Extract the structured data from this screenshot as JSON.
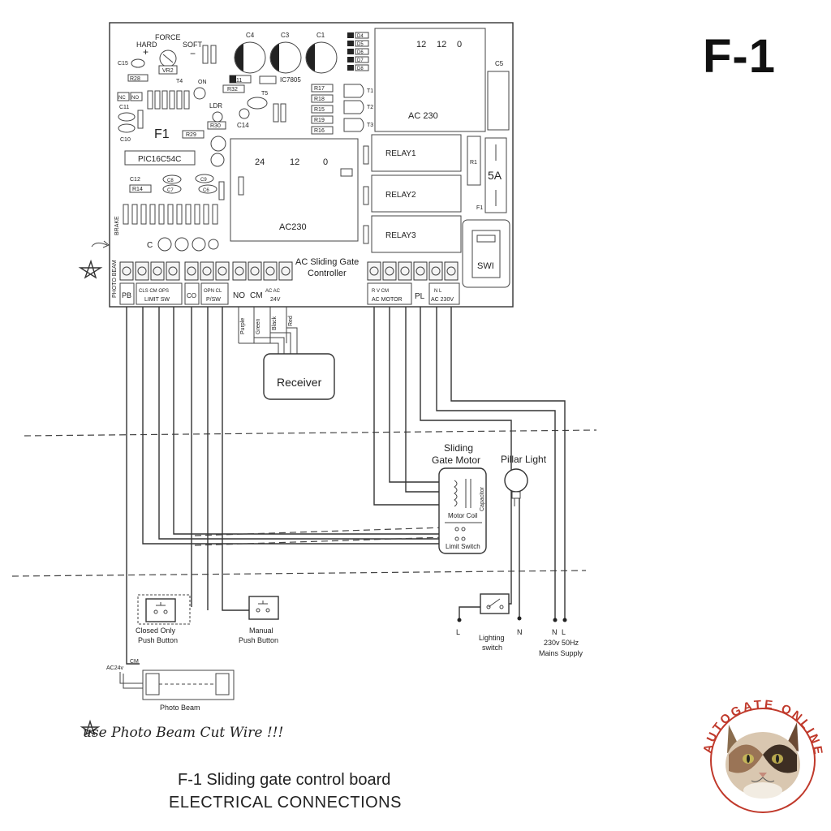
{
  "page_title": "F-1",
  "board": {
    "title_line1": "AC Sliding Gate",
    "title_line2": "Controller",
    "force": "FORCE",
    "hard": "HARD",
    "soft": "SOFT",
    "vr": "VR2",
    "f1_large": "F1",
    "mcu": "PIC16C54C",
    "ldr": "LDR",
    "ic": "IC7805",
    "on": "ON",
    "brake": "BRAKE",
    "photo_beam_side": "PHOTO BEAM",
    "nc": "NC",
    "no": "NO",
    "transformer_taps": [
      "24",
      "12",
      "0"
    ],
    "transformer_label": "AC230",
    "top_block_taps": [
      "12",
      "12",
      "0"
    ],
    "top_block_label": "AC 230",
    "relays": [
      "RELAY1",
      "RELAY2",
      "RELAY3"
    ],
    "fuse": "5A",
    "fuse_f1": "F1",
    "switch": "SWI",
    "components": {
      "c15": "C15",
      "r28": "R28",
      "t4": "T4",
      "c4": "C4",
      "c3": "C3",
      "c1": "C1",
      "d11": "D11",
      "r32": "R32",
      "t5": "T5",
      "c11": "C11",
      "c10": "C10",
      "r29": "R29",
      "r30": "R30",
      "c14": "C14",
      "c12": "C12",
      "c8": "C8",
      "c9": "C9",
      "r14": "R14",
      "c7": "C7",
      "c6": "C6",
      "c5": "C5",
      "c": "C",
      "d_list": [
        "D4",
        "D5",
        "D6",
        "D7",
        "D8"
      ],
      "r_list": [
        "R17",
        "R18",
        "R15",
        "R19",
        "R16"
      ],
      "t_list": [
        "T1",
        "T2",
        "T3"
      ],
      "r1": "R1"
    },
    "terminals_left": {
      "pb": "PB",
      "lim_top": "CLS  CM  OPS",
      "lim_bottom": "LIMIT SW",
      "co": "CO",
      "psw_top": "OPN CL",
      "psw_bottom": "P/SW",
      "no": "NO",
      "cm": "CM",
      "ac24_top": "AC    AC",
      "ac24_bottom": "24V"
    },
    "terminals_right": {
      "motor_top": "R     V    CM",
      "motor_bottom": "AC MOTOR",
      "pl": "PL",
      "mains_top": "N      L",
      "mains_bottom": "AC    230V"
    }
  },
  "receiver": {
    "label": "Receiver",
    "wires": [
      "Purple",
      "Green",
      "Black",
      "Red"
    ]
  },
  "motor": {
    "title_line1": "Sliding",
    "title_line2": "Gate Motor",
    "capacitor": "Capacitor",
    "coil": "Motor Coil",
    "limit": "Limit Switch"
  },
  "pillar_light": "Pillar Light",
  "lighting_switch": {
    "line1": "Lighting",
    "line2": "switch",
    "l": "L",
    "n": "N"
  },
  "mains": {
    "n": "N",
    "l": "L",
    "line1": "230v  50Hz",
    "line2": "Mains Supply"
  },
  "closed_only": {
    "line1": "Closed Only",
    "line2": "Push Button"
  },
  "manual": {
    "line1": "Manual",
    "line2": "Push Button"
  },
  "photo_beam": {
    "label": "Photo Beam",
    "ac24v": "AC24v",
    "cm": "CM"
  },
  "note": "use Photo Beam Cut Wire !!!",
  "caption": {
    "line1": "F-1 Sliding gate control board",
    "line2": "ELECTRICAL CONNECTIONS"
  },
  "logo": {
    "text": "AUTOGATE ONLINE"
  }
}
